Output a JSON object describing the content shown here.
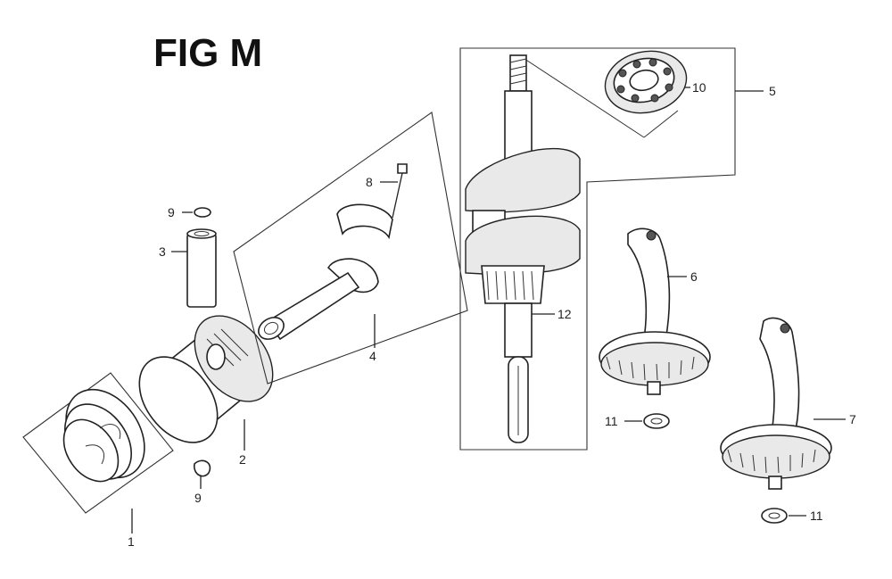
{
  "figure": {
    "title": "FIG M"
  },
  "callouts": {
    "piston_rings": "1",
    "piston": "2",
    "piston_pin": "3",
    "connecting_rod_assy": "4",
    "crankshaft_assy": "5",
    "governor_gear_a": "6",
    "governor_gear_b": "7",
    "rod_bolt": "8",
    "pin_clip_top": "9",
    "pin_clip_bottom": "9",
    "bearing": "10",
    "washer_a": "11",
    "washer_b": "11",
    "crankshaft": "12"
  }
}
